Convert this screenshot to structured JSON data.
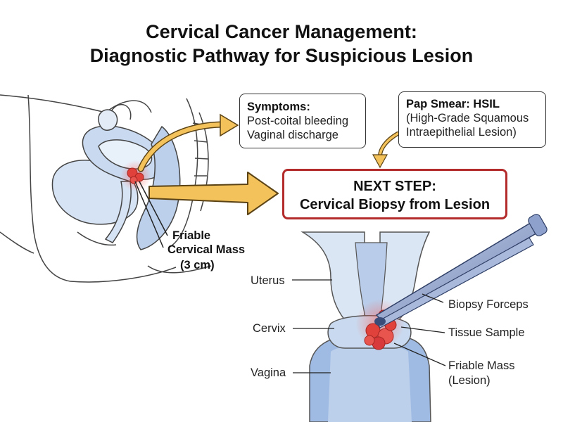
{
  "title": {
    "line1": "Cervical Cancer Management:",
    "line2": "Diagnostic Pathway for Suspicious Lesion"
  },
  "symptoms_box": {
    "heading": "Symptoms:",
    "line1": "Post-coital bleeding",
    "line2": "Vaginal discharge"
  },
  "pap_box": {
    "heading": "Pap Smear: HSIL",
    "line1": "(High-Grade Squamous",
    "line2": "Intraepithelial Lesion)"
  },
  "next_step_box": {
    "line1": "NEXT STEP:",
    "line2": "Cervical Biopsy from Lesion"
  },
  "mass_label": {
    "line1": "Friable",
    "line2": "Cervical Mass",
    "line3": "(3 cm)"
  },
  "detail_labels": {
    "uterus": "Uterus",
    "cervix": "Cervix",
    "vagina": "Vagina",
    "forceps": "Biopsy Forceps",
    "sample": "Tissue Sample",
    "mass_line1": "Friable Mass",
    "mass_line2": "(Lesion)"
  },
  "colors": {
    "lesion": "#e0413b",
    "tissue_blue": "#c9daf0",
    "arrow_fill": "#f4c25a",
    "next_border": "#b32b2b"
  }
}
